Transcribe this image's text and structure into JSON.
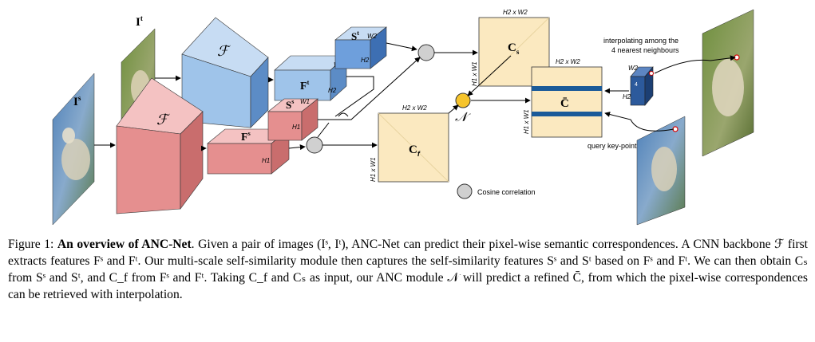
{
  "figure": {
    "labels": {
      "img_source": "I",
      "img_source_sup": "s",
      "img_target": "I",
      "img_target_sup": "t",
      "backbone": "ℱ",
      "feat_s": "F",
      "feat_s_sup": "s",
      "feat_t": "F",
      "feat_t_sup": "t",
      "sim_s": "S",
      "sim_s_sup": "s",
      "sim_t": "S",
      "sim_t_sup": "t",
      "cs_label": "C",
      "cs_sub": "s",
      "cf_label": "C",
      "cf_sub": "f",
      "cbar_label": "C̄",
      "anc_module": "𝒩",
      "dim_w1": "W1",
      "dim_w2": "W2",
      "dim_h1": "H1",
      "dim_h2": "H2",
      "dim_h2w2": "H2 x W2",
      "dim_h1w1": "H1 x W1",
      "dim_4": "4",
      "interp_line1": "interpolating among the",
      "interp_line2": "4 nearest neighbours",
      "query_kp": "query key-point",
      "legend_cosine": "Cosine correlation"
    },
    "colors": {
      "red_face": "#e58f8f",
      "red_top": "#f4c2c2",
      "red_side": "#c96d6d",
      "blue_face": "#9fc4ea",
      "blue_top": "#c7dcf3",
      "blue_side": "#5c8cc6",
      "sim_blue_face": "#6e9fdc",
      "corr_fill": "#fbe9c0",
      "cbar_band": "#1a5a99",
      "anc_circle": "#f6c42c",
      "blue_block": "#2c5a9c"
    }
  },
  "caption": {
    "prefix": "Figure 1: ",
    "title": "An overview of ANC-Net",
    "body": ". Given a pair of images (Iˢ, Iᵗ), ANC-Net can predict their pixel-wise semantic correspondences. A CNN backbone ℱ first extracts features Fˢ and Fᵗ. Our multi-scale self-similarity module then captures the self-similarity features Sˢ and Sᵗ based on Fˢ and Fᵗ. We can then obtain Cₛ from Sˢ and Sᵗ, and C_f from Fˢ and Fᵗ. Taking C_f and Cₛ as input, our ANC module 𝒩 will predict a refined C̄, from which the pixel-wise correspondences can be retrieved with interpolation."
  }
}
